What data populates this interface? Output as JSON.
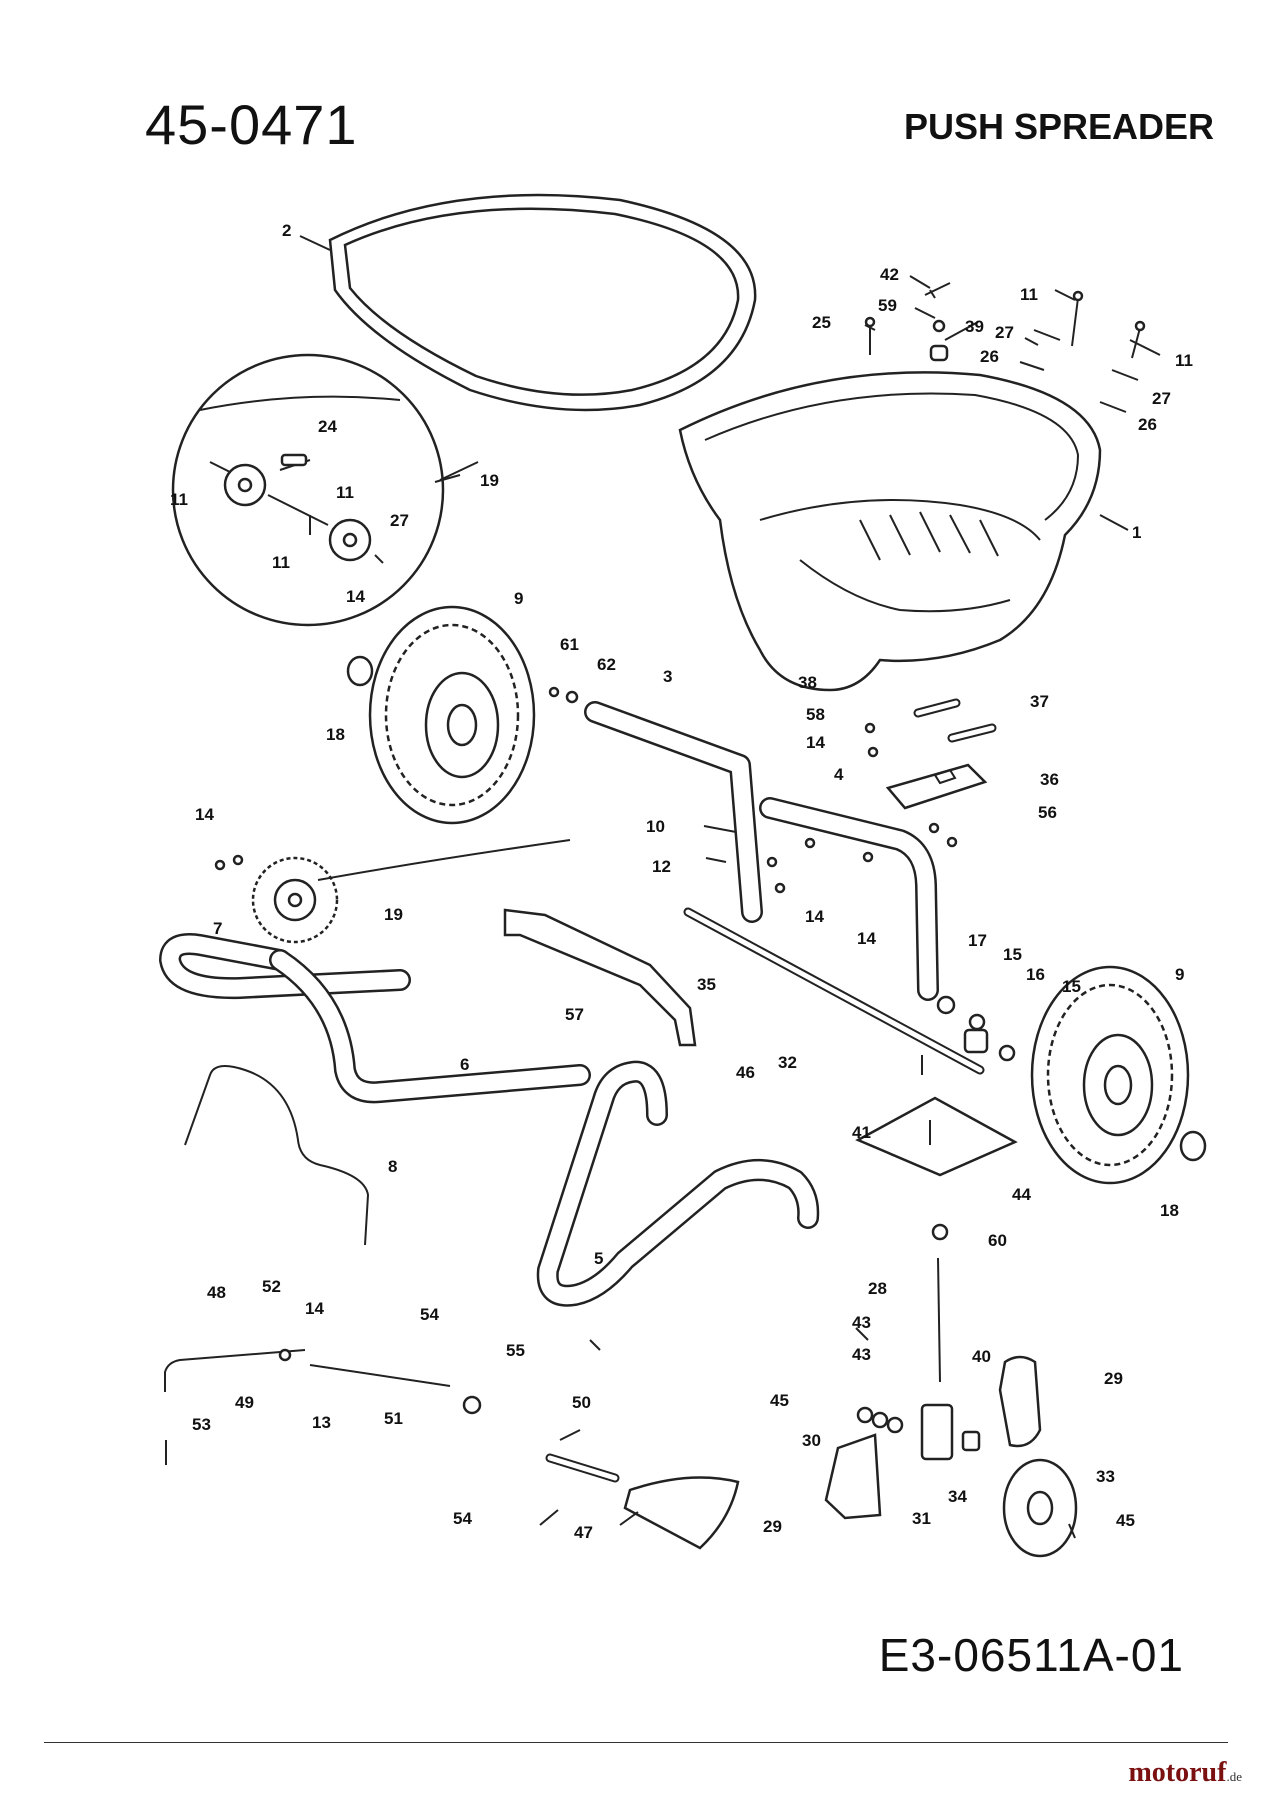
{
  "header": {
    "model_number": "45-0471",
    "title": "PUSH SPREADER"
  },
  "footer": {
    "diagram_ref": "E3-06511A-01",
    "brand_name": "motoruf",
    "brand_tld": ".de"
  },
  "callouts": [
    {
      "id": "c2",
      "text": "2"
    },
    {
      "id": "c42",
      "text": "42"
    },
    {
      "id": "c11a",
      "text": "11"
    },
    {
      "id": "c25",
      "text": "25"
    },
    {
      "id": "c59",
      "text": "59"
    },
    {
      "id": "c39",
      "text": "39"
    },
    {
      "id": "c27a",
      "text": "27"
    },
    {
      "id": "c26a",
      "text": "26"
    },
    {
      "id": "c11b",
      "text": "11"
    },
    {
      "id": "c27b",
      "text": "27"
    },
    {
      "id": "c26b",
      "text": "26"
    },
    {
      "id": "c1",
      "text": "1"
    },
    {
      "id": "c24",
      "text": "24"
    },
    {
      "id": "c19a",
      "text": "19"
    },
    {
      "id": "c11c",
      "text": "11"
    },
    {
      "id": "c11d",
      "text": "11"
    },
    {
      "id": "c11e",
      "text": "11"
    },
    {
      "id": "c27c",
      "text": "27"
    },
    {
      "id": "c14a",
      "text": "14"
    },
    {
      "id": "c9a",
      "text": "9"
    },
    {
      "id": "c18a",
      "text": "18"
    },
    {
      "id": "c61",
      "text": "61"
    },
    {
      "id": "c62",
      "text": "62"
    },
    {
      "id": "c3",
      "text": "3"
    },
    {
      "id": "c38",
      "text": "38"
    },
    {
      "id": "c58",
      "text": "58"
    },
    {
      "id": "c14b",
      "text": "14"
    },
    {
      "id": "c37",
      "text": "37"
    },
    {
      "id": "c36",
      "text": "36"
    },
    {
      "id": "c4",
      "text": "4"
    },
    {
      "id": "c56",
      "text": "56"
    },
    {
      "id": "c10",
      "text": "10"
    },
    {
      "id": "c12",
      "text": "12"
    },
    {
      "id": "c14c",
      "text": "14"
    },
    {
      "id": "c14d",
      "text": "14"
    },
    {
      "id": "c14e",
      "text": "14"
    },
    {
      "id": "c19b",
      "text": "19"
    },
    {
      "id": "c7",
      "text": "7"
    },
    {
      "id": "c57",
      "text": "57"
    },
    {
      "id": "c35",
      "text": "35"
    },
    {
      "id": "c17",
      "text": "17"
    },
    {
      "id": "c15a",
      "text": "15"
    },
    {
      "id": "c16",
      "text": "16"
    },
    {
      "id": "c15b",
      "text": "15"
    },
    {
      "id": "c9b",
      "text": "9"
    },
    {
      "id": "c6",
      "text": "6"
    },
    {
      "id": "c46",
      "text": "46"
    },
    {
      "id": "c32",
      "text": "32"
    },
    {
      "id": "c41",
      "text": "41"
    },
    {
      "id": "c8",
      "text": "8"
    },
    {
      "id": "c44",
      "text": "44"
    },
    {
      "id": "c18b",
      "text": "18"
    },
    {
      "id": "c60",
      "text": "60"
    },
    {
      "id": "c5",
      "text": "5"
    },
    {
      "id": "c28",
      "text": "28"
    },
    {
      "id": "c43a",
      "text": "43"
    },
    {
      "id": "c43b",
      "text": "43"
    },
    {
      "id": "c48",
      "text": "48"
    },
    {
      "id": "c52",
      "text": "52"
    },
    {
      "id": "c14f",
      "text": "14"
    },
    {
      "id": "c54a",
      "text": "54"
    },
    {
      "id": "c55",
      "text": "55"
    },
    {
      "id": "c40",
      "text": "40"
    },
    {
      "id": "c29a",
      "text": "29"
    },
    {
      "id": "c49",
      "text": "49"
    },
    {
      "id": "c13",
      "text": "13"
    },
    {
      "id": "c51",
      "text": "51"
    },
    {
      "id": "c50",
      "text": "50"
    },
    {
      "id": "c45a",
      "text": "45"
    },
    {
      "id": "c30",
      "text": "30"
    },
    {
      "id": "c53",
      "text": "53"
    },
    {
      "id": "c33",
      "text": "33"
    },
    {
      "id": "c34",
      "text": "34"
    },
    {
      "id": "c54b",
      "text": "54"
    },
    {
      "id": "c47",
      "text": "47"
    },
    {
      "id": "c29b",
      "text": "29"
    },
    {
      "id": "c31",
      "text": "31"
    },
    {
      "id": "c45b",
      "text": "45"
    }
  ]
}
